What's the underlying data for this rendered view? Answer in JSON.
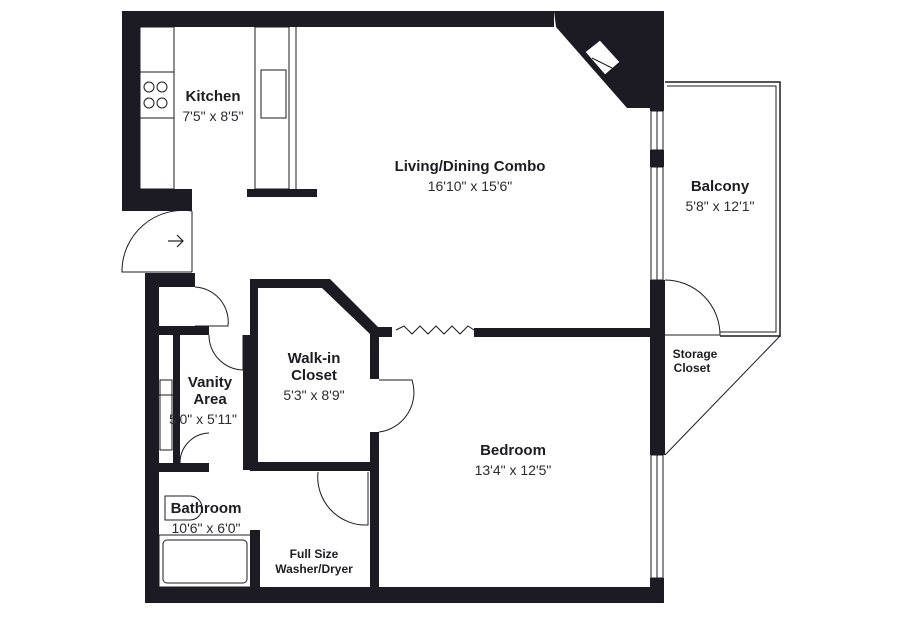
{
  "rooms": {
    "kitchen": {
      "name": "Kitchen",
      "dims": "7'5\" x 8'5\""
    },
    "living": {
      "name": "Living/Dining Combo",
      "dims": "16'10\" x 15'6\""
    },
    "balcony": {
      "name": "Balcony",
      "dims": "5'8\" x 12'1\""
    },
    "walkin": {
      "name_line1": "Walk-in",
      "name_line2": "Closet",
      "dims": "5'3\" x 8'9\""
    },
    "vanity": {
      "name_line1": "Vanity",
      "name_line2": "Area",
      "dims": "5'0\" x 5'11\""
    },
    "storage": {
      "name_line1": "Storage",
      "name_line2": "Closet"
    },
    "bedroom": {
      "name": "Bedroom",
      "dims": "13'4\" x 12'5\""
    },
    "bathroom": {
      "name": "Bathroom",
      "dims": "10'6\" x 6'0\""
    },
    "laundry": {
      "name_line1": "Full Size",
      "name_line2": "Washer/Dryer"
    }
  },
  "colors": {
    "wall": "#1c1b24",
    "background": "#ffffff",
    "text": "#1c1c22"
  },
  "icons": [
    "entry-arrow-icon",
    "stove-burners-icon",
    "sink-icon",
    "fireplace-icon",
    "bathtub-icon",
    "bifold-door-icon"
  ]
}
